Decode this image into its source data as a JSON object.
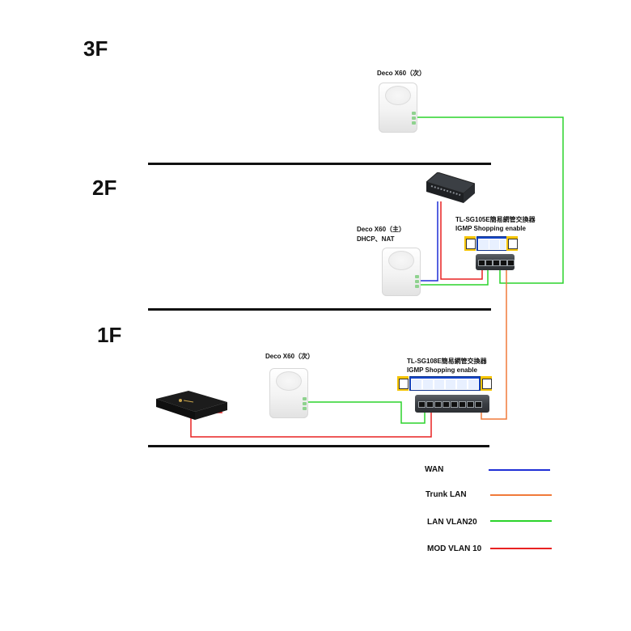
{
  "floors": [
    {
      "label": "3F"
    },
    {
      "label": "2F"
    },
    {
      "label": "1F"
    }
  ],
  "devices": {
    "deco_3f": {
      "label": "Deco X60（次）"
    },
    "deco_2f": {
      "label_line1": "Deco X60（主）",
      "label_line2": "DHCP、NAT"
    },
    "deco_1f": {
      "label": "Deco X60（次）"
    },
    "switch_2f": {
      "label_line1": "TL-SG105E簡易網管交換器",
      "label_line2": "IGMP Shopping enable"
    },
    "switch_1f": {
      "label_line1": "TL-SG108E簡易網管交換器",
      "label_line2": "IGMP Shopping enable"
    }
  },
  "legend": [
    {
      "label": "WAN",
      "color": "#1f2fd6"
    },
    {
      "label": "Trunk LAN",
      "color": "#f07a3a"
    },
    {
      "label": "LAN  VLAN20",
      "color": "#2bd42b"
    },
    {
      "label": "MOD  VLAN 10",
      "color": "#e82222"
    }
  ],
  "colors": {
    "wan": "#1f2fd6",
    "trunk": "#f07a3a",
    "lan": "#2bd42b",
    "mod": "#e82222"
  }
}
